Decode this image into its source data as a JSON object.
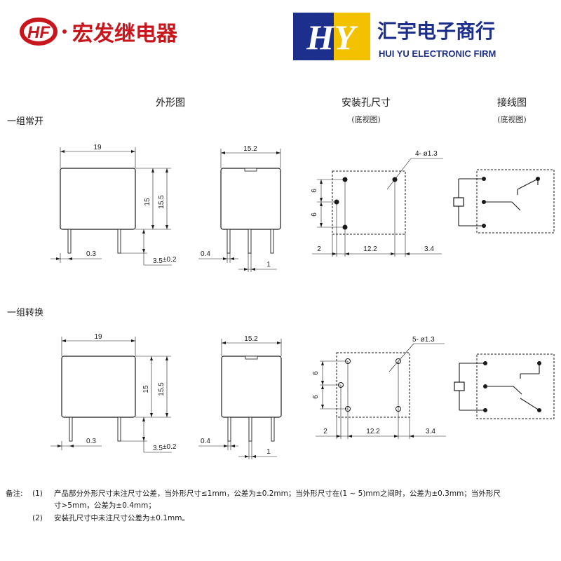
{
  "logos": {
    "hf_mark": "HF",
    "hf_name": "宏发继电器",
    "hy_mark": "HY",
    "hy_name_cn": "汇宇电子商行",
    "hy_name_en": "HUI YU ELECTRONIC FIRM"
  },
  "colors": {
    "hf_red": "#c8161d",
    "hy_blue": "#1d2f8c",
    "hy_yellow": "#f2c200",
    "line": "#1a1a1a"
  },
  "headers": {
    "outline": "外形图",
    "mounting": "安装孔尺寸",
    "mounting_sub": "(底视图)",
    "wiring": "接线图",
    "wiring_sub": "(底视图)"
  },
  "sections": {
    "form_a": {
      "title": "一组常开",
      "dims": {
        "width": "19",
        "height_a": "15",
        "height_b": "15.5",
        "pin_w": "0.3",
        "pin_len": "3.5",
        "pin_tol": "±0.2",
        "depth": "15.2",
        "pin_t": "0.4",
        "pin_pitch_small": "1",
        "hole_label": "4- ø1.3",
        "row_a": "6",
        "row_b": "6",
        "x_left": "2",
        "x_mid": "12.2",
        "x_right": "3.4"
      }
    },
    "form_c": {
      "title": "一组转换",
      "dims": {
        "width": "19",
        "height_a": "15",
        "height_b": "15.5",
        "pin_w": "0.3",
        "pin_len": "3.5",
        "pin_tol": "±0.2",
        "depth": "15.2",
        "pin_t": "0.4",
        "pin_pitch_small": "1",
        "hole_label": "5- ø1.3",
        "row_a": "6",
        "row_b": "6",
        "x_left": "2",
        "x_mid": "12.2",
        "x_right": "3.4"
      }
    }
  },
  "notes": {
    "label": "备注:",
    "n1_num": "(1)",
    "n1_line1": "产品部分外形尺寸未注尺寸公差，当外形尺寸≤1mm，公差为±0.2mm；当外形尺寸在(1 ~ 5)mm之间时，公差为±0.3mm；当外形尺",
    "n1_line2": "寸>5mm，公差为±0.4mm；",
    "n2_num": "(2)",
    "n2_line1": "安装孔尺寸中未注尺寸公差为±0.1mm。"
  }
}
